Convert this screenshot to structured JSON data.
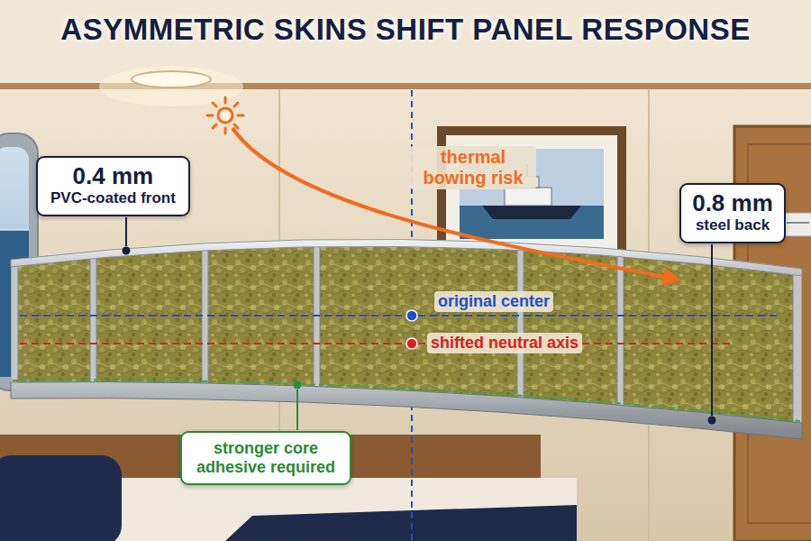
{
  "diagram": {
    "title": "ASYMMETRIC SKINS SHIFT PANEL RESPONSE",
    "nodes": [
      {
        "text": [
          "0.4 mm",
          "PVC-coated front"
        ]
      },
      {
        "text": [
          "0.8 mm",
          "steel back"
        ]
      },
      {
        "text": [
          "stronger core adhesive required"
        ]
      }
    ],
    "labels": [
      "thermal bowing risk",
      "original center",
      "shifted neutral axis"
    ]
  }
}
